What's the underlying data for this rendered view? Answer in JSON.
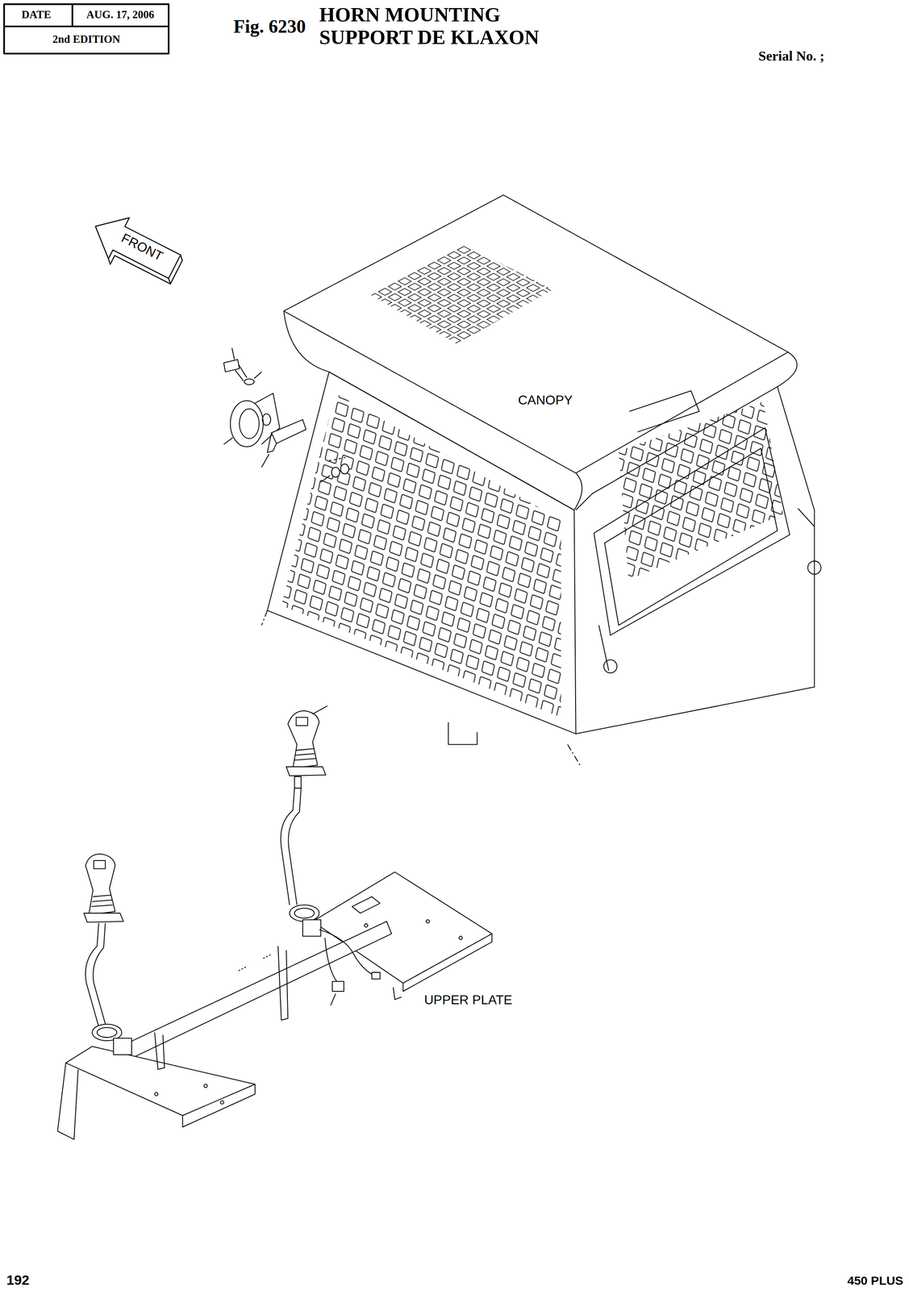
{
  "diagram": {
    "title": "HORN MOUNTING SUPPORT DE KLAXON",
    "labels": [
      "DATE",
      "AUG. 17, 2006",
      "2nd EDITION",
      "Fig. 6230",
      "Serial No. ;",
      "FRONT",
      "CANOPY",
      "UPPER PLATE",
      "192",
      "450 PLUS"
    ]
  }
}
